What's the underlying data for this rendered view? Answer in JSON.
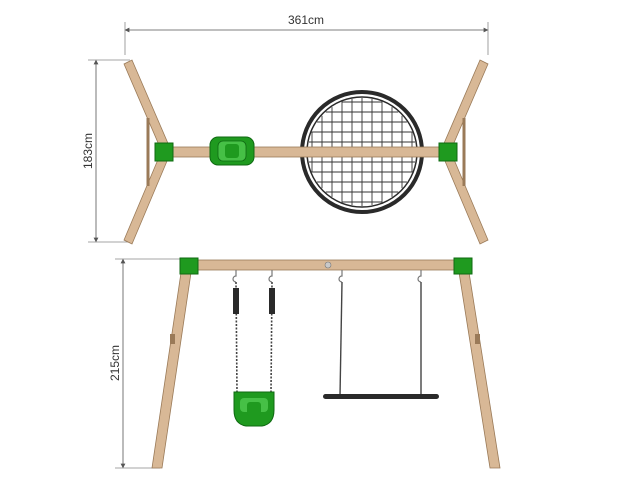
{
  "dimensions": {
    "width_label": "361cm",
    "depth_label": "183cm",
    "height_label": "215cm"
  },
  "colors": {
    "wood": "#d8b896",
    "wood_edge": "#9a7a58",
    "green": "#1f9a1f",
    "green_dark": "#0f6a12",
    "net": "#2a2a2a",
    "dim_line": "#555555"
  }
}
